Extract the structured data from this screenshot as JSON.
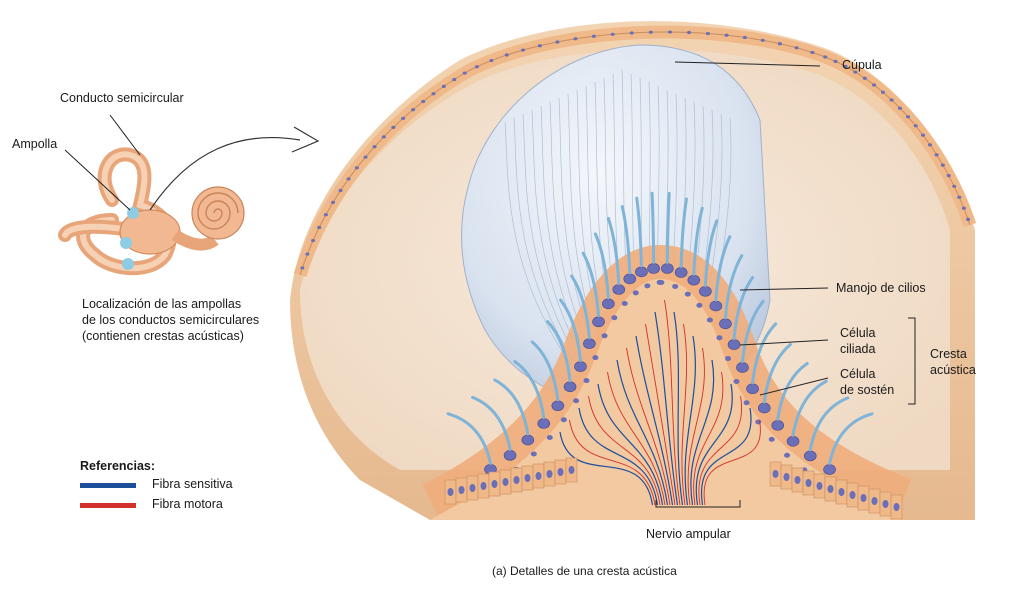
{
  "labels": {
    "semicircular_duct": "Conducto semicircular",
    "ampulla": "Ampolla",
    "location_caption": [
      "Localización de las ampollas",
      "de los conductos semicirculares",
      "(contienen crestas acústicas)"
    ],
    "cupula": "Cúpula",
    "cilia_bundle": "Manojo de cilios",
    "hair_cell": [
      "Célula",
      "ciliada"
    ],
    "supporting_cell": [
      "Célula",
      "de sostén"
    ],
    "crista": [
      "Cresta",
      "acústica"
    ],
    "ampullary_nerve": "Nervio ampular",
    "figure_caption": "(a) Detalles de una cresta acústica"
  },
  "legend": {
    "title": "Referencias:",
    "items": [
      {
        "label": "Fibra sensitiva",
        "color": "#1d4f9c"
      },
      {
        "label": "Fibra motora",
        "color": "#d2302a"
      }
    ]
  },
  "colors": {
    "tissue": "#ecc39c",
    "epithelium": "#f0b98a",
    "nucleus": "#6a6fb8",
    "cupula": "#dfe6f2",
    "hair_bundle": "#7fb4d8",
    "inner_ear": "#f1b891",
    "ampulla_marker": "#8ecbe4"
  }
}
